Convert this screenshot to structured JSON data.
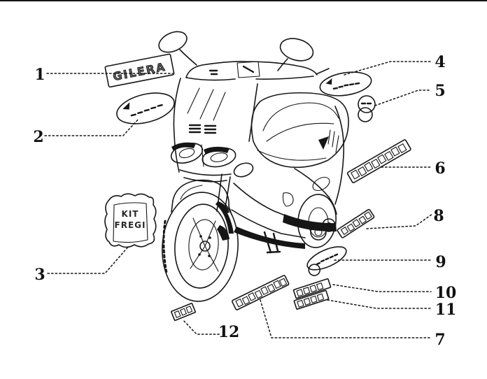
{
  "page": {
    "background": "#ffffff",
    "ink": "#161616",
    "top_border": "#000000"
  },
  "diagram": {
    "callouts": [
      "1",
      "2",
      "3",
      "4",
      "5",
      "6",
      "7",
      "8",
      "9",
      "10",
      "11",
      "12"
    ],
    "decals": {
      "brand": "GILERA",
      "kit_line1": "KIT",
      "kit_line2": "FREGI"
    }
  }
}
